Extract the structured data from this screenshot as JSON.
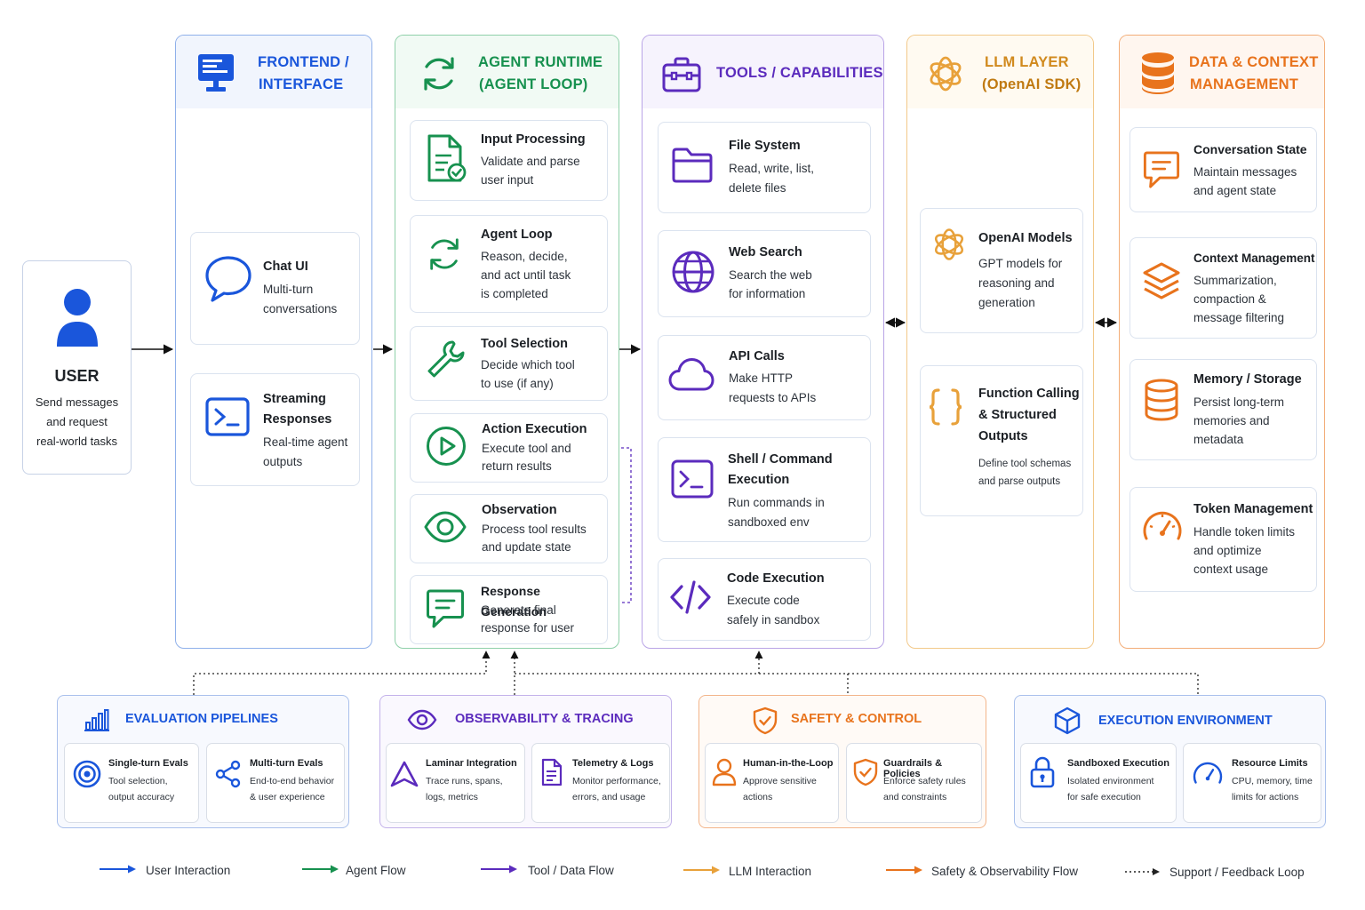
{
  "colors": {
    "blue": "#1a56db",
    "green": "#17914f",
    "purple": "#5b2bbd",
    "yellow": "#e8a13a",
    "orange": "#e8731c"
  },
  "user": {
    "title": "USER",
    "desc": [
      "Send messages",
      "and request",
      "real-world tasks"
    ],
    "icon": "person-icon"
  },
  "frontend": {
    "title": [
      "FRONTEND /",
      "INTERFACE"
    ],
    "icon": "monitor-icon",
    "cards": [
      {
        "title": [
          "Chat UI"
        ],
        "desc": [
          "Multi-turn",
          "conversations"
        ],
        "icon": "chat-bubble-icon"
      },
      {
        "title": [
          "Streaming",
          "Responses"
        ],
        "desc": [
          "Real-time agent",
          "outputs"
        ],
        "icon": "terminal-icon"
      }
    ]
  },
  "runtime": {
    "title": [
      "AGENT RUNTIME",
      "(AGENT LOOP)"
    ],
    "icon": "refresh-icon",
    "cards": [
      {
        "title": "Input Processing",
        "desc": [
          "Validate and parse",
          "user input"
        ],
        "icon": "document-check-icon"
      },
      {
        "title": "Agent Loop",
        "desc": [
          "Reason, decide,",
          "and act until task",
          "is completed"
        ],
        "icon": "loop-arrows-icon"
      },
      {
        "title": "Tool Selection",
        "desc": [
          "Decide which tool",
          "to use (if any)"
        ],
        "icon": "wrench-icon"
      },
      {
        "title": "Action Execution",
        "desc": [
          "Execute tool and",
          "return results"
        ],
        "icon": "play-icon"
      },
      {
        "title": "Observation",
        "desc": [
          "Process tool results",
          "and update state"
        ],
        "icon": "eye-icon"
      },
      {
        "title": "Response Generation",
        "desc": [
          "Generate final",
          "response for user"
        ],
        "icon": "message-icon"
      }
    ]
  },
  "tools": {
    "title": "TOOLS / CAPABILITIES",
    "icon": "toolbox-icon",
    "cards": [
      {
        "title": [
          "File System"
        ],
        "desc": [
          "Read, write, list,",
          "delete files"
        ],
        "icon": "folder-icon"
      },
      {
        "title": [
          "Web Search"
        ],
        "desc": [
          "Search the web",
          "for information"
        ],
        "icon": "globe-icon"
      },
      {
        "title": [
          "API Calls"
        ],
        "desc": [
          "Make HTTP",
          "requests to APIs"
        ],
        "icon": "cloud-icon"
      },
      {
        "title": [
          "Shell / Command",
          "Execution"
        ],
        "desc": [
          "Run commands in",
          "sandboxed env"
        ],
        "icon": "terminal-icon"
      },
      {
        "title": [
          "Code Execution"
        ],
        "desc": [
          "Execute code",
          "safely in sandbox"
        ],
        "icon": "code-icon"
      }
    ]
  },
  "llm": {
    "title": [
      "LLM LAYER",
      "(OpenAI SDK)"
    ],
    "icon": "openai-logo-icon",
    "cards": [
      {
        "title": [
          "OpenAI Models"
        ],
        "desc": [
          "GPT models for",
          "reasoning and",
          "generation"
        ],
        "icon": "openai-logo-icon"
      },
      {
        "title": [
          "Function Calling",
          "& Structured",
          "Outputs"
        ],
        "desc": [
          "Define tool schemas",
          "and parse outputs"
        ],
        "icon": "braces-icon"
      }
    ]
  },
  "data": {
    "title": [
      "DATA & CONTEXT",
      "MANAGEMENT"
    ],
    "icon": "database-icon",
    "cards": [
      {
        "title": [
          "Conversation State"
        ],
        "desc": [
          "Maintain messages",
          "and agent state"
        ],
        "icon": "chat-icon"
      },
      {
        "title": [
          "Context Management"
        ],
        "desc": [
          "Summarization,",
          "compaction &",
          "message filtering"
        ],
        "icon": "layers-icon"
      },
      {
        "title": [
          "Memory / Storage"
        ],
        "desc": [
          "Persist long-term",
          "memories and",
          "metadata"
        ],
        "icon": "database-icon"
      },
      {
        "title": [
          "Token Management"
        ],
        "desc": [
          "Handle token limits",
          "and optimize",
          "context usage"
        ],
        "icon": "gauge-icon"
      }
    ]
  },
  "bottom": [
    {
      "title": "EVALUATION PIPELINES",
      "icon": "bar-chart-icon",
      "items": [
        {
          "title": "Single-turn Evals",
          "desc": [
            "Tool selection,",
            "output accuracy"
          ],
          "icon": "target-icon"
        },
        {
          "title": "Multi-turn Evals",
          "desc": [
            "End-to-end behavior",
            "& user experience"
          ],
          "icon": "share-icon"
        }
      ]
    },
    {
      "title": "OBSERVABILITY & TRACING",
      "icon": "eye-icon",
      "items": [
        {
          "title": "Laminar Integration",
          "desc": [
            "Trace runs, spans,",
            "logs, metrics"
          ],
          "icon": "triangle-icon"
        },
        {
          "title": "Telemetry & Logs",
          "desc": [
            "Monitor performance,",
            "errors, and usage"
          ],
          "icon": "document-icon"
        }
      ]
    },
    {
      "title": "SAFETY & CONTROL",
      "icon": "shield-icon",
      "items": [
        {
          "title": "Human-in-the-Loop",
          "desc": [
            "Approve sensitive",
            "actions"
          ],
          "icon": "user-icon"
        },
        {
          "title": "Guardrails & Policies",
          "desc": [
            "Enforce safety rules",
            "and constraints"
          ],
          "icon": "shield-check-icon"
        }
      ]
    },
    {
      "title": "EXECUTION ENVIRONMENT",
      "icon": "cube-icon",
      "items": [
        {
          "title": "Sandboxed Execution",
          "desc": [
            "Isolated environment",
            "for safe execution"
          ],
          "icon": "lock-icon"
        },
        {
          "title": "Resource Limits",
          "desc": [
            "CPU, memory, time",
            "limits for actions"
          ],
          "icon": "gauge-icon"
        }
      ]
    }
  ],
  "legend": [
    {
      "label": "User Interaction",
      "color": "#1a56db",
      "style": "solid"
    },
    {
      "label": "Agent Flow",
      "color": "#17914f",
      "style": "solid"
    },
    {
      "label": "Tool / Data Flow",
      "color": "#5b2bbd",
      "style": "solid"
    },
    {
      "label": "LLM Interaction",
      "color": "#e8a13a",
      "style": "solid"
    },
    {
      "label": "Safety & Observability Flow",
      "color": "#e8731c",
      "style": "solid"
    },
    {
      "label": "Support / Feedback Loop",
      "color": "#222222",
      "style": "dotted"
    }
  ]
}
